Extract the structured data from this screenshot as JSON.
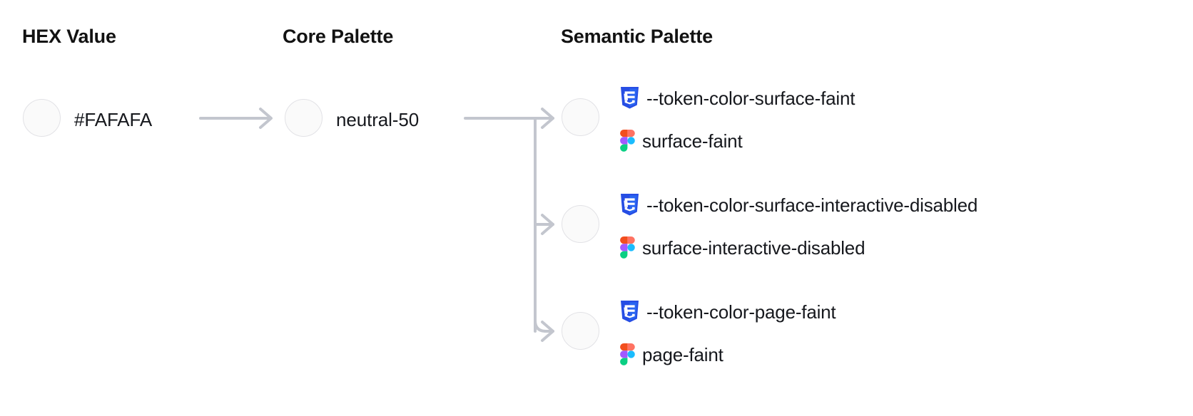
{
  "columns": {
    "hex": {
      "title": "HEX Value"
    },
    "core": {
      "title": "Core Palette"
    },
    "semantic": {
      "title": "Semantic Palette"
    }
  },
  "hex_value": {
    "label": "#FAFAFA",
    "swatch_color": "#FAFAFA"
  },
  "core_value": {
    "label": "neutral-50",
    "swatch_color": "#FAFAFA"
  },
  "semantic_tokens": [
    {
      "swatch_color": "#FAFAFA",
      "css_icon": "css3-icon",
      "css_token": "--token-color-surface-faint",
      "figma_icon": "figma-icon",
      "figma_token": "surface-faint"
    },
    {
      "swatch_color": "#FAFAFA",
      "css_icon": "css3-icon",
      "css_token": "--token-color-surface-interactive-disabled",
      "figma_icon": "figma-icon",
      "figma_token": "surface-interactive-disabled"
    },
    {
      "swatch_color": "#FAFAFA",
      "css_icon": "css3-icon",
      "css_token": "--token-color-page-faint",
      "figma_icon": "figma-icon",
      "figma_token": "page-faint"
    }
  ],
  "colors": {
    "background": "#ffffff",
    "text": "#16181d",
    "swatch_border": "#E2E2E6",
    "connector": "#C3C6CE",
    "css_blue_dark": "#264DE4",
    "css_blue_light": "#2965F1",
    "figma_red": "#F24E1E",
    "figma_orange": "#FF7262",
    "figma_purple": "#A259FF",
    "figma_blue": "#1ABCFE",
    "figma_green": "#0ACF83"
  }
}
